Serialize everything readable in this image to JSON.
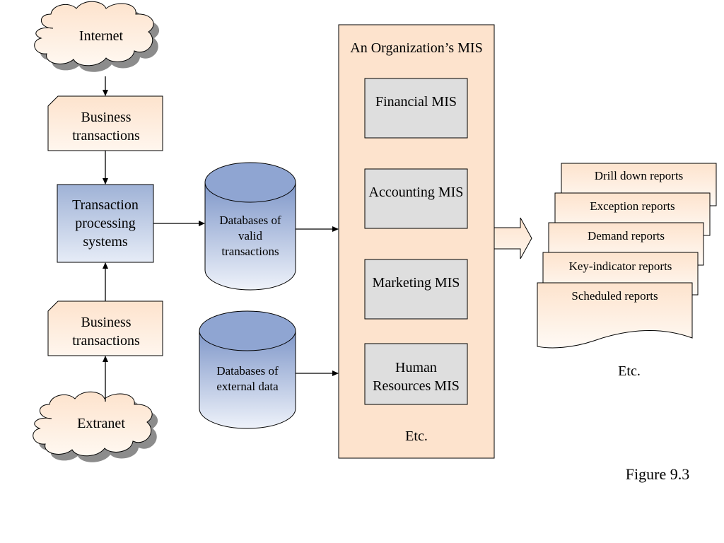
{
  "sources": {
    "internet": "Internet",
    "extranet": "Extranet",
    "business_transactions_top": "Business transactions",
    "business_transactions_bottom": "Business transactions"
  },
  "tps": {
    "label": "Transaction processing systems"
  },
  "databases": {
    "valid": "Databases of valid transactions",
    "external": "Databases of external data"
  },
  "mis": {
    "title": "An Organization’s MIS",
    "modules": [
      "Financial MIS",
      "Accounting MIS",
      "Marketing MIS",
      "Human Resources MIS"
    ],
    "etc": "Etc."
  },
  "reports": {
    "items": [
      "Drill down reports",
      "Exception reports",
      "Demand reports",
      "Key-indicator reports",
      "Scheduled reports"
    ],
    "etc": "Etc."
  },
  "caption": "Figure 9.3",
  "colors": {
    "peach": "#fde3cd",
    "peach_light": "#fff6ee",
    "blue": "#9fb2d6",
    "blue_light": "#e6ecf7",
    "gray_box": "#dedede",
    "shadow": "#8c8c8c"
  }
}
